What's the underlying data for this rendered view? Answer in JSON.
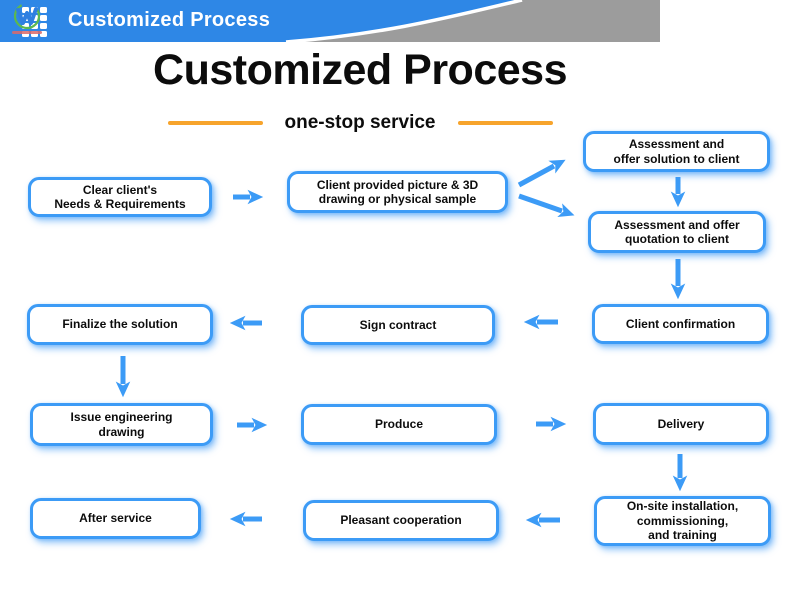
{
  "header": {
    "title": "Customized Process"
  },
  "title": {
    "main": "Customized Process",
    "subtitle": "one-stop service"
  },
  "flow": {
    "nodes": [
      {
        "id": "clear-needs",
        "text": "Clear client's\nNeeds & Requirements"
      },
      {
        "id": "client-sample",
        "text": "Client provided picture & 3D\ndrawing or physical sample"
      },
      {
        "id": "offer-solution",
        "text": "Assessment and\noffer solution to client"
      },
      {
        "id": "offer-quotation",
        "text": "Assessment and offer\nquotation to client"
      },
      {
        "id": "client-confirmation",
        "text": "Client confirmation"
      },
      {
        "id": "sign-contract",
        "text": "Sign contract"
      },
      {
        "id": "finalize-solution",
        "text": "Finalize the solution"
      },
      {
        "id": "issue-drawing",
        "text": "Issue engineering\ndrawing"
      },
      {
        "id": "produce",
        "text": "Produce"
      },
      {
        "id": "delivery",
        "text": "Delivery"
      },
      {
        "id": "onsite-installation",
        "text": "On-site installation,\ncommissioning,\nand training"
      },
      {
        "id": "pleasant-cooperation",
        "text": "Pleasant cooperation"
      },
      {
        "id": "after-service",
        "text": "After service"
      }
    ],
    "edges": [
      [
        "clear-needs",
        "client-sample"
      ],
      [
        "client-sample",
        "offer-solution"
      ],
      [
        "client-sample",
        "offer-quotation"
      ],
      [
        "offer-solution",
        "offer-quotation"
      ],
      [
        "offer-quotation",
        "client-confirmation"
      ],
      [
        "client-confirmation",
        "sign-contract"
      ],
      [
        "sign-contract",
        "finalize-solution"
      ],
      [
        "finalize-solution",
        "issue-drawing"
      ],
      [
        "issue-drawing",
        "produce"
      ],
      [
        "produce",
        "delivery"
      ],
      [
        "delivery",
        "onsite-installation"
      ],
      [
        "onsite-installation",
        "pleasant-cooperation"
      ],
      [
        "pleasant-cooperation",
        "after-service"
      ]
    ],
    "colors": {
      "accent_blue": "#3C9BF6",
      "header_blue": "#2E87E6",
      "header_gray": "#9C9C9C",
      "divider_orange": "#F7A42C"
    }
  }
}
